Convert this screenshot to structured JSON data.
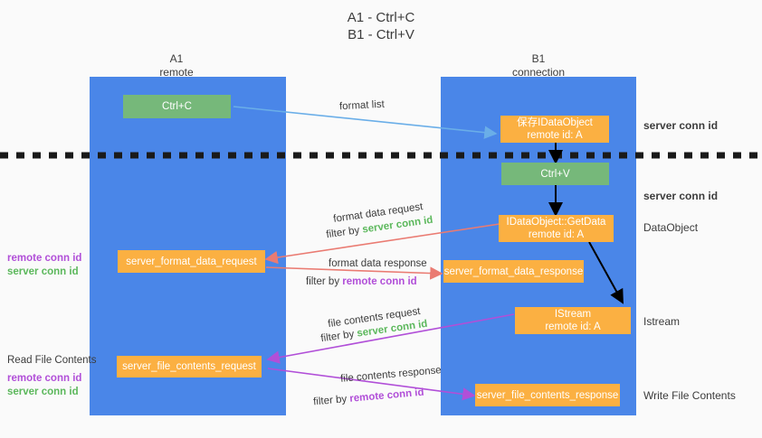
{
  "title": {
    "line1": "A1 - Ctrl+C",
    "line2": "B1 - Ctrl+V"
  },
  "columns": [
    {
      "id": "a1",
      "name": "A1",
      "subtitle": "remote"
    },
    {
      "id": "b1",
      "name": "B1",
      "subtitle": "connection"
    }
  ],
  "nodes": {
    "ctrl_c": {
      "label": "Ctrl+C",
      "color": "#76b87a"
    },
    "ctrl_v": {
      "label": "Ctrl+V",
      "color": "#76b87a"
    },
    "save_idataobject": {
      "label": "保存IDataObject",
      "sub": "remote id: A",
      "color": "#fbb042"
    },
    "getdata": {
      "label": "IDataObject::GetData",
      "sub": "remote id: A",
      "color": "#fbb042"
    },
    "istream": {
      "label": "IStream",
      "sub": "remote id: A",
      "color": "#fbb042"
    },
    "format_data_request": {
      "label": "server_format_data_request",
      "color": "#fbb042"
    },
    "format_data_response": {
      "label": "server_format_data_response",
      "color": "#fbb042"
    },
    "file_contents_request": {
      "label": "server_file_contents_request",
      "color": "#fbb042"
    },
    "file_contents_response": {
      "label": "server_file_contents_response",
      "color": "#fbb042"
    }
  },
  "edge_labels": {
    "format_list": "format list",
    "format_data_request": "format data request",
    "format_data_request_filter_pre": "filter by ",
    "format_data_request_filter_key": "server conn id",
    "format_data_response": "format data response",
    "format_data_response_filter_pre": "filter by ",
    "format_data_response_filter_key": "remote conn id",
    "file_contents_request": "file contents request",
    "file_contents_request_filter_pre": "filter by ",
    "file_contents_request_filter_key": "server conn id",
    "file_contents_response": "file contents response",
    "file_contents_response_filter_pre": "filter by ",
    "file_contents_response_filter_key": "remote conn id"
  },
  "annotations": {
    "right": [
      {
        "text": "server conn id",
        "kind": "green"
      },
      {
        "text": "server conn id",
        "kind": "green"
      },
      {
        "text": "DataObject",
        "kind": "plain"
      },
      {
        "text": "Istream",
        "kind": "plain"
      },
      {
        "text": "Write File Contents",
        "kind": "plain"
      }
    ],
    "left_group_1": {
      "remote": "remote conn id",
      "server": "server conn id"
    },
    "left_group_2": {
      "heading": "Read File Contents",
      "remote": "remote conn id",
      "server": "server conn id"
    }
  },
  "colors": {
    "lane": "#4a86e8",
    "green_node": "#76b87a",
    "orange_node": "#fbb042",
    "blue_arrow": "#6aaee8",
    "red_arrow": "#ea7b72",
    "purple_arrow": "#b14fd8",
    "black_arrow": "#000000",
    "green_text": "#5cb85c",
    "purple_text": "#b14fd8",
    "background": "#fafafa"
  }
}
